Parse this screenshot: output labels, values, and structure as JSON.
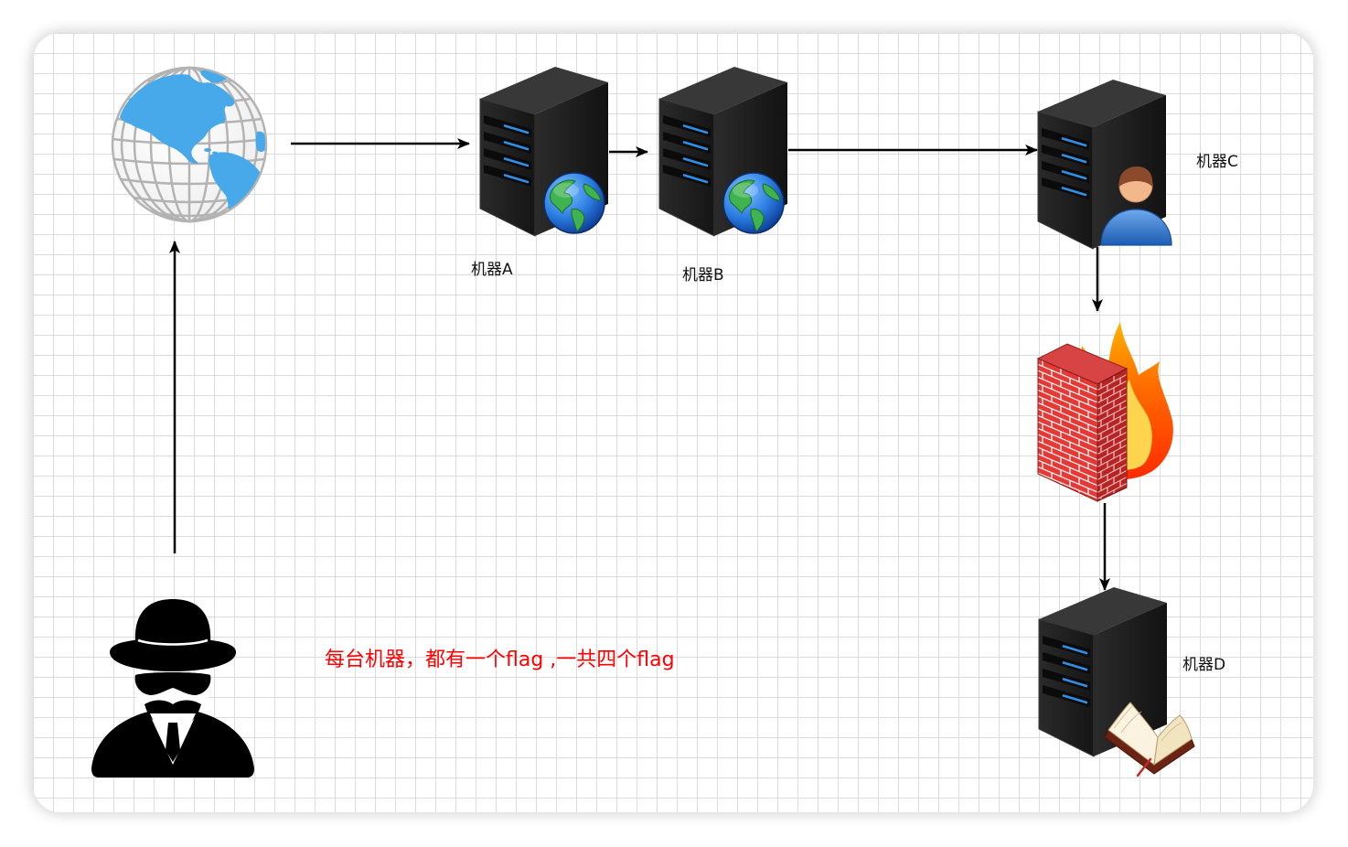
{
  "diagram": {
    "nodes": [
      {
        "icon": "globe-icon"
      },
      {
        "icon": "server-icon",
        "badge": "globe-icon",
        "label": "机器A"
      },
      {
        "icon": "server-icon",
        "badge": "globe-icon",
        "label": "机器B"
      },
      {
        "icon": "server-icon",
        "badge": "user-icon",
        "label": "机器C"
      },
      {
        "icon": "firewall-icon"
      },
      {
        "icon": "server-icon",
        "badge": "book-icon",
        "label": "机器D"
      },
      {
        "icon": "hacker-icon"
      }
    ],
    "edges": [
      [
        6,
        0
      ],
      [
        0,
        1
      ],
      [
        1,
        2
      ],
      [
        2,
        3
      ],
      [
        3,
        4
      ],
      [
        4,
        5
      ]
    ]
  },
  "note": {
    "text": "每台机器，都有一个flag ,一共四个flag",
    "color": "#ff0000"
  },
  "colors": {
    "grid_line": "#dcdcdc",
    "arrow": "#000000",
    "server_body": "#1c1c1c",
    "server_led": "#2f8fe8",
    "globe_land": "#48a9ea",
    "firewall_brick": "#e53935"
  }
}
